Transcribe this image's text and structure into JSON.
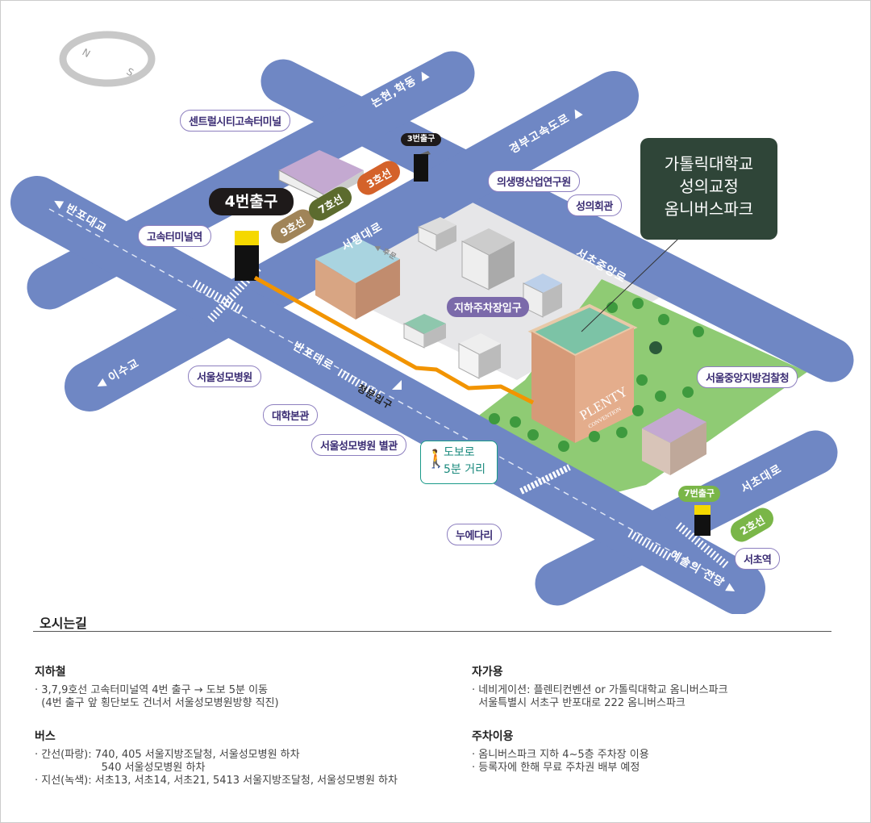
{
  "map": {
    "compass": {
      "n": "N",
      "s": "S"
    },
    "destination": [
      "가톨릭대학교",
      "성의교정",
      "옴니버스파크"
    ],
    "roads": {
      "nonhyeon": "논현,학동 ▲",
      "gyeongbu": "경부고속도로 ▲",
      "banpo_top": "◀ 반포대교",
      "seopyeong": "서평대로",
      "seocho_central": "서초중앙로",
      "isu": "◀ 이수교",
      "banpo": "반포대로",
      "main_gate": "정문입구",
      "seocho": "서초대로",
      "arts": "예술의 전당 ▶",
      "rear_gate": "◀ 후문"
    },
    "exits": {
      "exit4": "4번출구",
      "exit3": "3번출구",
      "exit7": "7번출구"
    },
    "lines": {
      "l9": "9호선",
      "l7": "7호선",
      "l3": "3호선",
      "l2": "2호선"
    },
    "labels": {
      "central_city": "센트럴시티고속터미널",
      "express_station": "고속터미널역",
      "biomedical": "의생명산업연구원",
      "seongui_hall": "성의회관",
      "parking": "지하주차장입구",
      "st_mary": "서울성모병원",
      "main_hall": "대학본관",
      "st_mary_annex": "서울성모병원 별관",
      "nuedari": "누에다리",
      "prosecutor": "서울중앙지방검찰청",
      "seocho_station": "서초역"
    },
    "walk": {
      "line1": "도보로",
      "line2": "5분 거리"
    },
    "building_sign": {
      "name": "PLENTY",
      "sub": "CONVENTION"
    }
  },
  "directions": {
    "title": "오시는길",
    "subway": {
      "heading": "지하철",
      "lines": [
        "· 3,7,9호선 고속터미널역 4번 출구 → 도보 5분 이동",
        "  (4번 출구 앞 횡단보도 건너서 서울성모병원방향 직진)"
      ]
    },
    "bus": {
      "heading": "버스",
      "lines": [
        "· 간선(파랑): 740, 405 서울지방조달청, 서울성모병원 하차",
        "                    540 서울성모병원 하차",
        "· 지선(녹색): 서초13, 서초14, 서초21, 5413 서울지방조달청, 서울성모병원 하차"
      ]
    },
    "car": {
      "heading": "자가용",
      "lines": [
        "· 네비게이션: 플렌티컨벤션 or 가톨릭대학교 옴니버스파크",
        "  서울특별시 서초구 반포대로 222 옴니버스파크"
      ]
    },
    "parking": {
      "heading": "주차이용",
      "lines": [
        "· 옴니버스파크 지하 4~5층 주차장 이용",
        "· 등록자에 한해 무료 주차권 배부 예정"
      ]
    }
  },
  "colors": {
    "road": "#6f87c4",
    "park": "#8fcb74",
    "path": "#f29400",
    "dest": "#2f4538",
    "label_border": "#8d7fbf"
  }
}
